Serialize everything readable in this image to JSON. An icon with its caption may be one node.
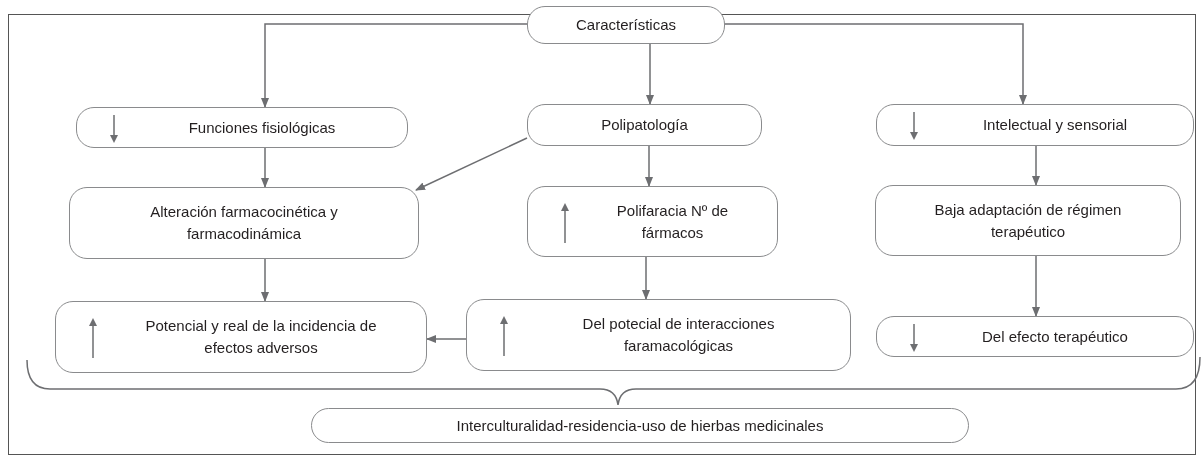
{
  "diagram": {
    "nodes": [
      {
        "text": [
          "Características"
        ]
      },
      {
        "text": [
          "Funciones fisiológicas"
        ]
      },
      {
        "text": [
          "Polipatología"
        ]
      },
      {
        "text": [
          "Intelectual y sensorial"
        ]
      },
      {
        "text": [
          "Alteración farmacocinética y farmacodinámica"
        ]
      },
      {
        "text": [
          "Polifaracia Nº de fármacos"
        ]
      },
      {
        "text": [
          "Baja adaptación de régimen terapéutico"
        ]
      },
      {
        "text": [
          "Potencial y real de la incidencia de efectos adversos"
        ]
      },
      {
        "text": [
          "Del potecial de interacciones faramacológicas"
        ]
      },
      {
        "text": [
          "Del efecto terapéutico"
        ]
      },
      {
        "text": [
          "Interculturalidad-residencia-uso de hierbas medicinales"
        ]
      }
    ],
    "edges": [
      {
        "from": 0,
        "to": 1,
        "arrow": "to"
      },
      {
        "from": 0,
        "to": 2,
        "arrow": "to"
      },
      {
        "from": 0,
        "to": 3,
        "arrow": "to"
      },
      {
        "from": 1,
        "to": 4,
        "arrow": "to"
      },
      {
        "from": 2,
        "to": 4,
        "arrow": "to"
      },
      {
        "from": 2,
        "to": 5,
        "arrow": "to"
      },
      {
        "from": 3,
        "to": 6,
        "arrow": "to"
      },
      {
        "from": 4,
        "to": 7,
        "arrow": "to"
      },
      {
        "from": 5,
        "to": 8,
        "arrow": "to"
      },
      {
        "from": 8,
        "to": 7,
        "arrow": "to"
      },
      {
        "from": 6,
        "to": 9,
        "arrow": "to"
      }
    ]
  }
}
